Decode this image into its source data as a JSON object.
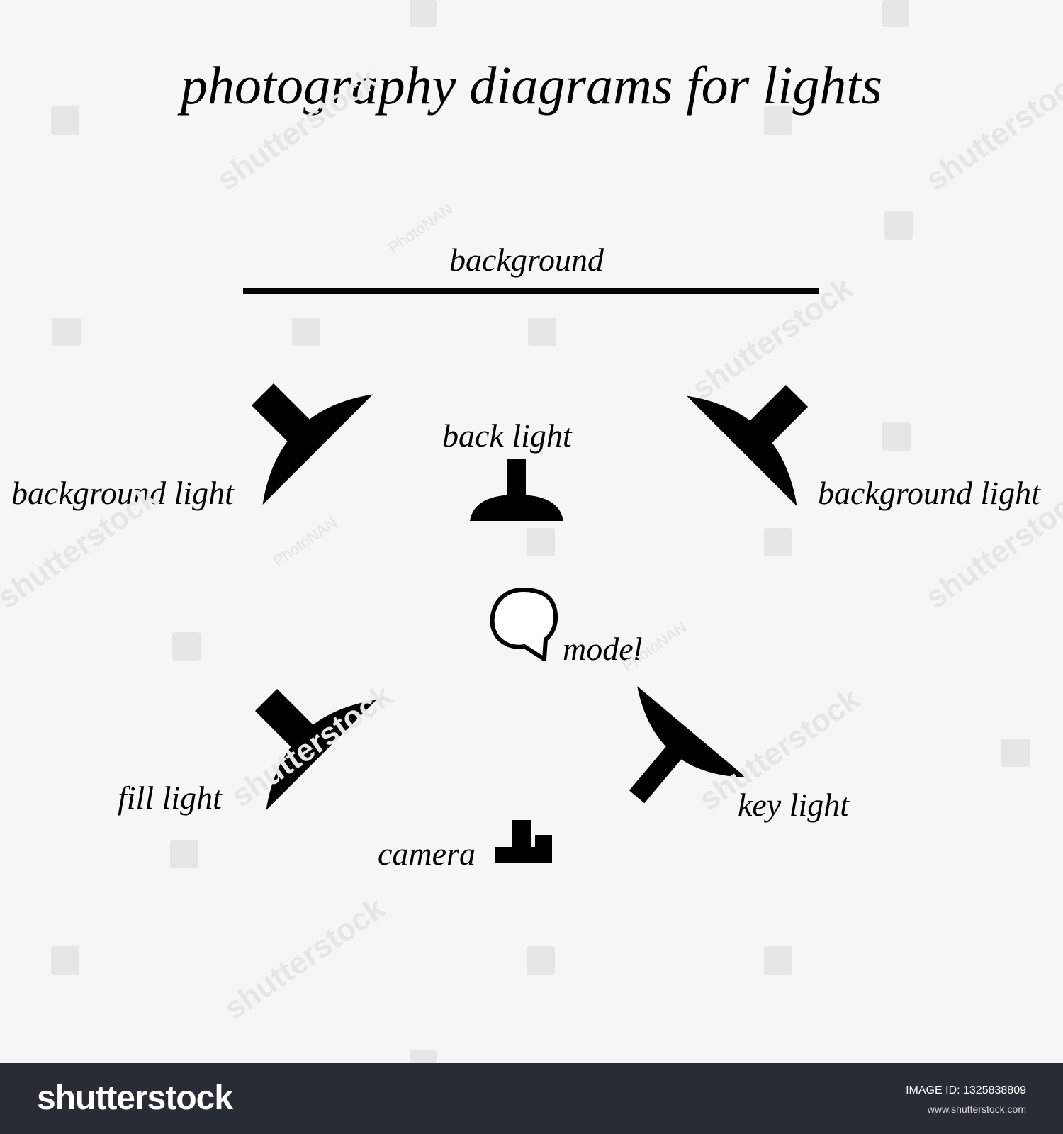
{
  "title": "photography diagrams for lights",
  "labels": {
    "background": "background",
    "background_light_left": "background light",
    "background_light_right": "background light",
    "back_light": "back light",
    "model": "model",
    "fill_light": "fill light",
    "key_light": "key light",
    "camera": "camera"
  },
  "icons": {
    "background": "background-line",
    "background_light_left": "softbox-light-icon",
    "background_light_right": "softbox-light-icon",
    "back_light": "softbox-light-icon",
    "model": "model-head-icon",
    "fill_light": "softbox-light-icon",
    "key_light": "softbox-light-icon",
    "camera": "camera-icon"
  },
  "watermark": {
    "texts": [
      "shutterstock",
      "PhotoNAN"
    ]
  },
  "footer": {
    "logo": "shutterstock",
    "image_id": "IMAGE ID: 1325838809",
    "url": "www.shutterstock.com"
  },
  "colors": {
    "background": "#f6f6f6",
    "ink": "#000000",
    "footer_bg": "#282c35",
    "footer_text": "#ffffff"
  }
}
